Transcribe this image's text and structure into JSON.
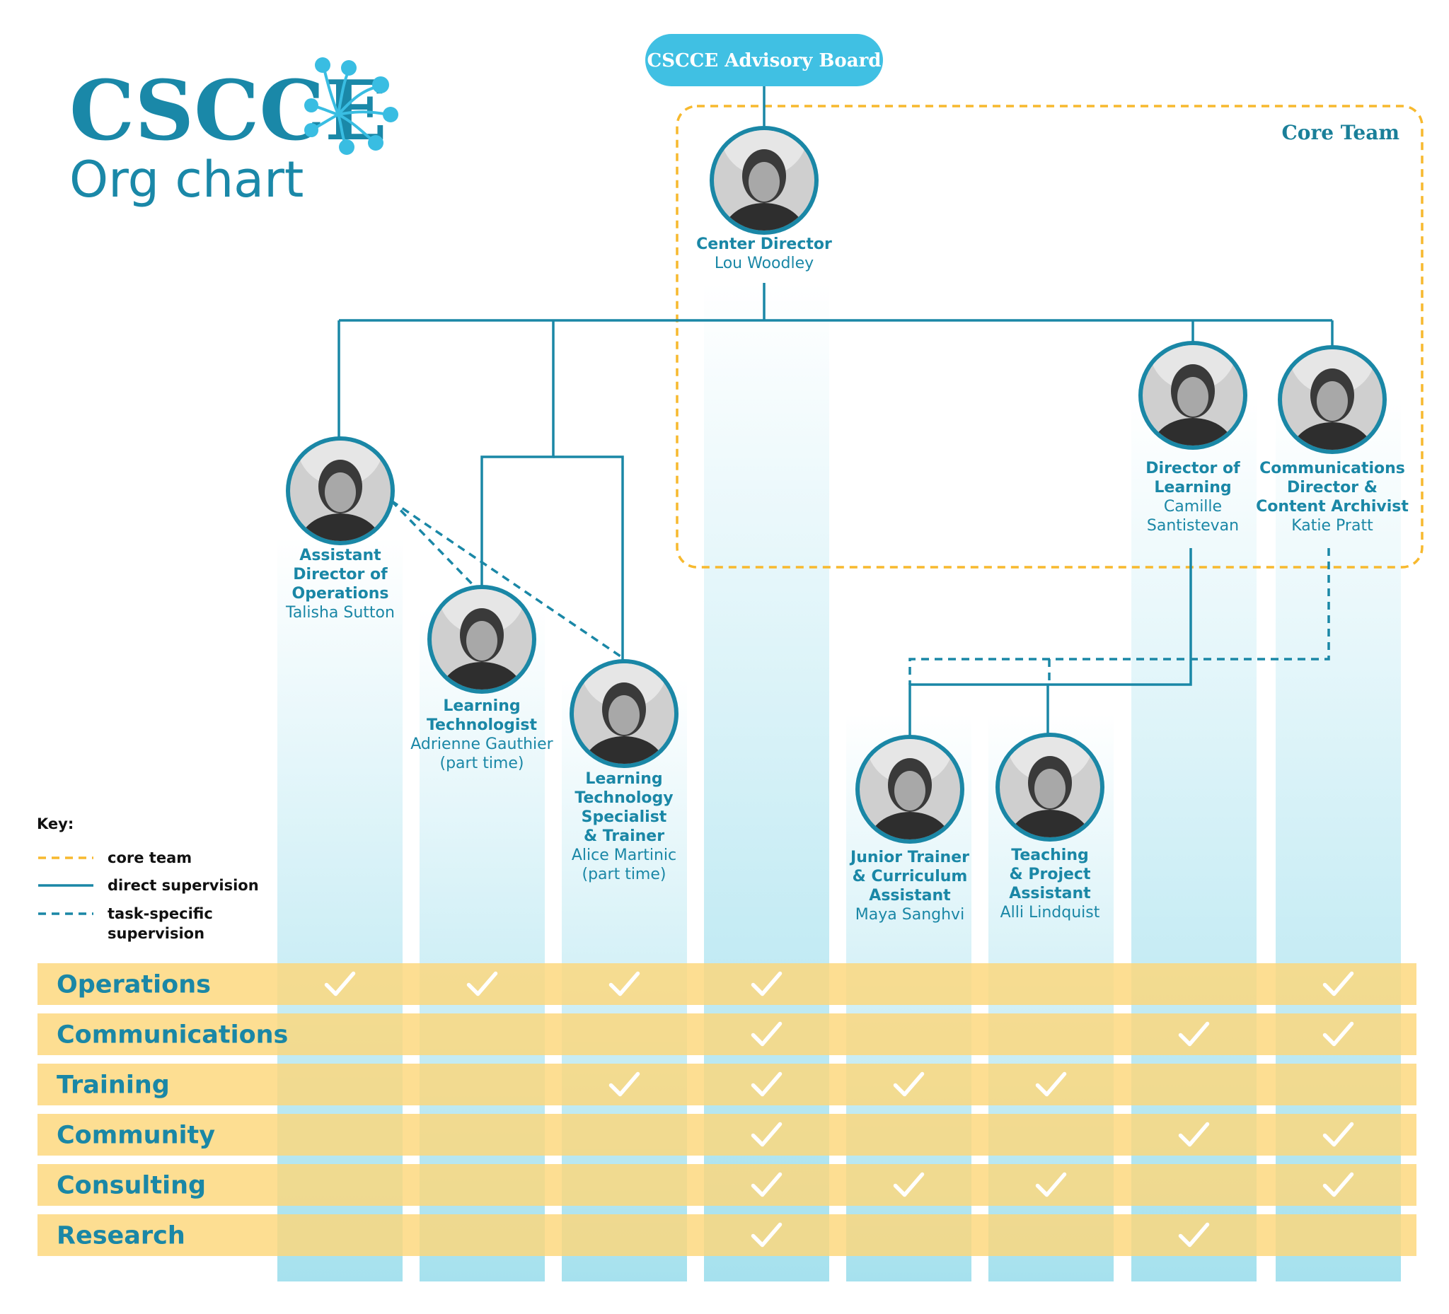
{
  "header": {
    "title": "CSCCE",
    "subtitle": "Org chart",
    "logo_icon": "dandelion-logo-icon"
  },
  "advisory_board": "CSCCE Advisory Board",
  "core_team_label": "Core Team",
  "colors": {
    "teal": "#1a87a6",
    "advisory_fill": "#40c0e3",
    "core_team_border": "#f7b92e",
    "column_top": "#ffffff",
    "column_bottom": "#a6e1ee",
    "band": "#fcd77a",
    "check": "#ffffff"
  },
  "people": [
    {
      "id": "lou",
      "role": [
        "Center Director"
      ],
      "name": [
        "Lou Woodley"
      ]
    },
    {
      "id": "talisha",
      "role": [
        "Assistant",
        "Director of",
        "Operations"
      ],
      "name": [
        "Talisha Sutton"
      ]
    },
    {
      "id": "adrienne",
      "role": [
        "Learning",
        "Technologist"
      ],
      "name": [
        "Adrienne Gauthier",
        "(part time)"
      ]
    },
    {
      "id": "alice",
      "role": [
        "Learning",
        "Technology",
        "Specialist",
        "& Trainer"
      ],
      "name": [
        "Alice Martinic",
        "(part time)"
      ]
    },
    {
      "id": "maya",
      "role": [
        "Junior Trainer",
        "& Curriculum",
        "Assistant"
      ],
      "name": [
        "Maya Sanghvi"
      ]
    },
    {
      "id": "alli",
      "role": [
        "Teaching",
        "& Project",
        "Assistant"
      ],
      "name": [
        "Alli Lindquist"
      ]
    },
    {
      "id": "camille",
      "role": [
        "Director of",
        "Learning"
      ],
      "name": [
        "Camille",
        "Santistevan"
      ]
    },
    {
      "id": "katie",
      "role": [
        "Communications",
        "Director &",
        "Content Archivist"
      ],
      "name": [
        "Katie Pratt"
      ]
    }
  ],
  "relations": {
    "direct": [
      [
        "board",
        "lou"
      ],
      [
        "lou",
        "talisha"
      ],
      [
        "lou",
        "adrienne"
      ],
      [
        "lou",
        "alice"
      ],
      [
        "lou",
        "camille"
      ],
      [
        "lou",
        "katie"
      ],
      [
        "camille",
        "maya"
      ],
      [
        "camille",
        "alli"
      ]
    ],
    "task_specific": [
      [
        "talisha",
        "adrienne"
      ],
      [
        "talisha",
        "alice"
      ],
      [
        "katie",
        "maya"
      ],
      [
        "katie",
        "alli"
      ]
    ],
    "core_team": [
      "lou",
      "camille",
      "katie"
    ]
  },
  "key": {
    "title": "Key:",
    "items": [
      {
        "style": "core-team",
        "label": [
          "core team"
        ]
      },
      {
        "style": "direct",
        "label": [
          "direct supervision"
        ]
      },
      {
        "style": "task-specific",
        "label": [
          "task-specific",
          "supervision"
        ]
      }
    ]
  },
  "matrix": {
    "column_order": [
      "talisha",
      "adrienne",
      "alice",
      "lou",
      "maya",
      "alli",
      "camille",
      "katie"
    ],
    "rows": [
      {
        "label": "Operations",
        "checks": [
          1,
          1,
          1,
          1,
          0,
          0,
          0,
          1
        ]
      },
      {
        "label": "Communications",
        "checks": [
          0,
          0,
          0,
          1,
          0,
          0,
          1,
          1
        ]
      },
      {
        "label": "Training",
        "checks": [
          0,
          0,
          1,
          1,
          1,
          1,
          0,
          0
        ]
      },
      {
        "label": "Community",
        "checks": [
          0,
          0,
          0,
          1,
          0,
          0,
          1,
          1
        ]
      },
      {
        "label": "Consulting",
        "checks": [
          0,
          0,
          0,
          1,
          1,
          1,
          0,
          1
        ]
      },
      {
        "label": "Research",
        "checks": [
          0,
          0,
          0,
          1,
          0,
          0,
          1,
          0
        ]
      }
    ]
  }
}
